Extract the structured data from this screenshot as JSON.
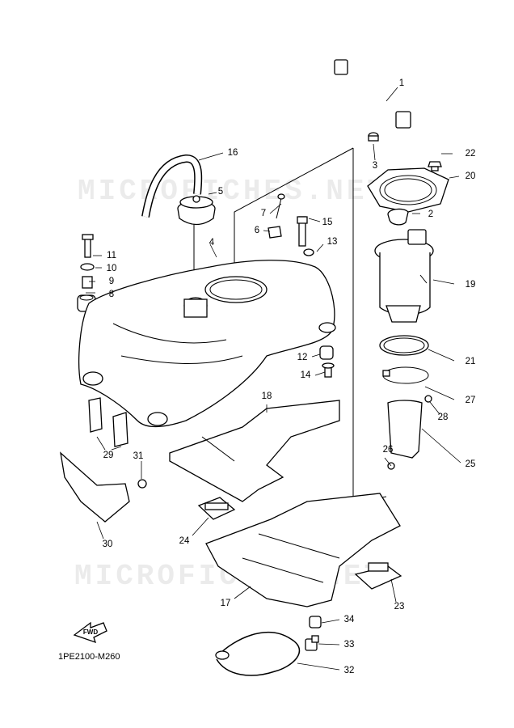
{
  "diagram": {
    "watermark": "MICROFICHES.NET",
    "diagram_code": "1PE2100-M260",
    "fwd_label": "FWD",
    "callouts": [
      "1",
      "2",
      "3",
      "4",
      "5",
      "6",
      "7",
      "8",
      "9",
      "10",
      "11",
      "12",
      "13",
      "14",
      "15",
      "16",
      "17",
      "18",
      "19",
      "20",
      "21",
      "22",
      "23",
      "24",
      "25",
      "26",
      "27",
      "28",
      "29",
      "30",
      "31",
      "32",
      "33",
      "34"
    ]
  }
}
